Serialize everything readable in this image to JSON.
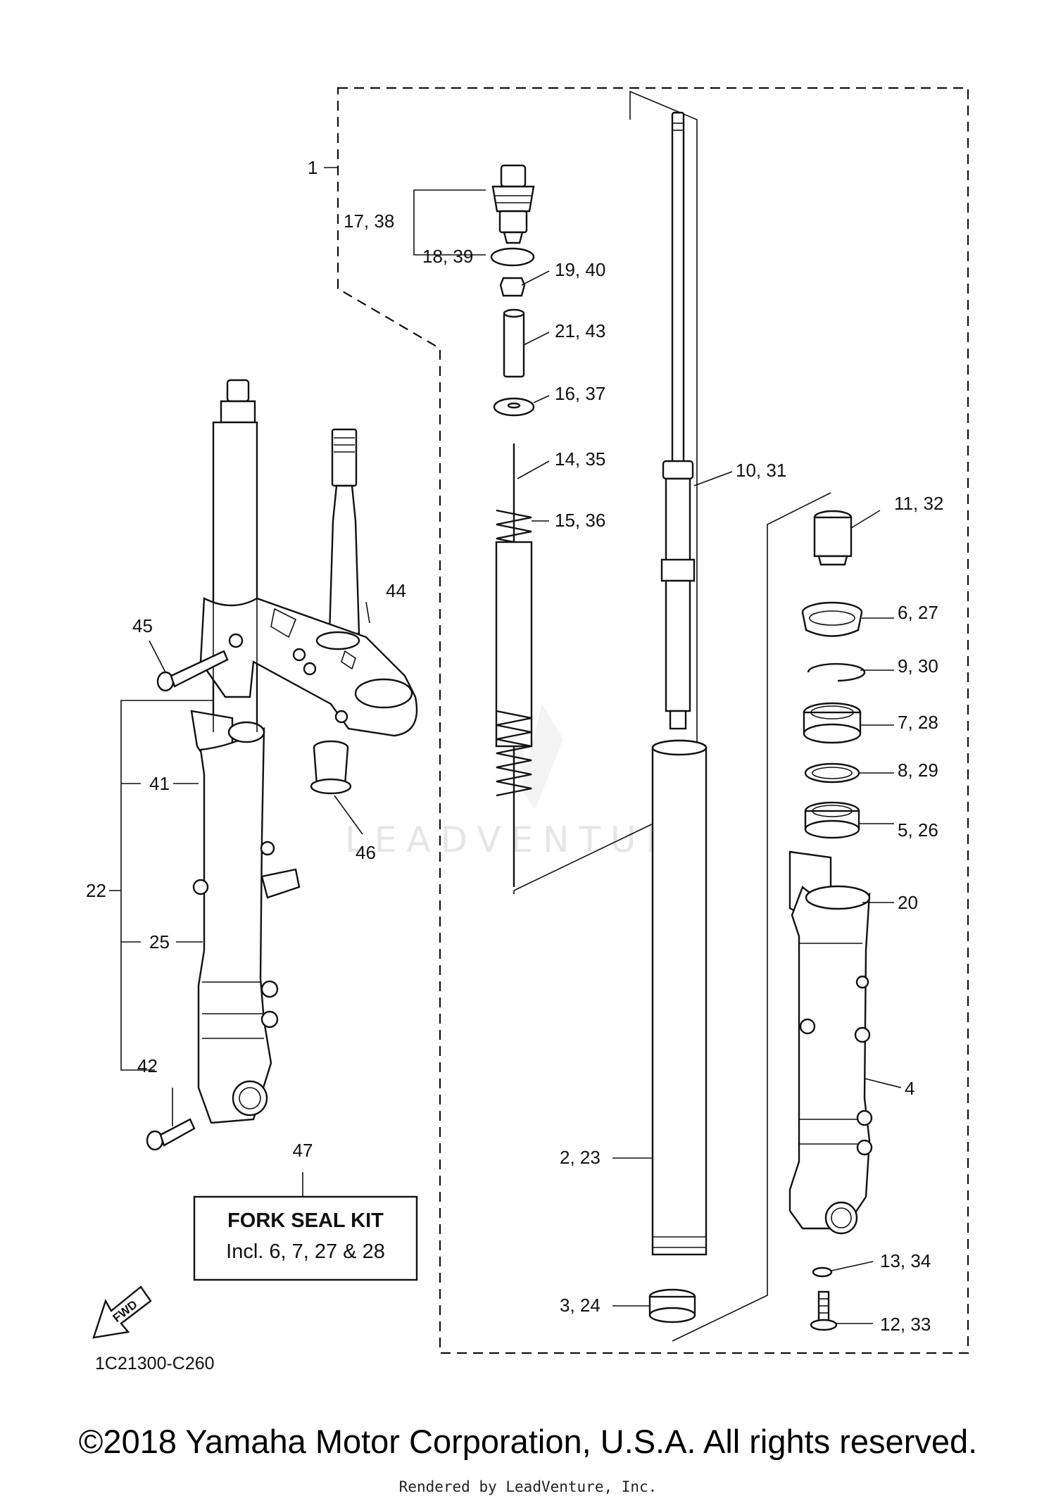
{
  "watermark": "LEADVENTURE",
  "diagram_code": "1C21300-C260",
  "fwd_label": "FWD",
  "kit": {
    "number": "47",
    "title": "FORK SEAL KIT",
    "text": "Incl. 6, 7, 27 & 28"
  },
  "labels": {
    "l1": "1",
    "l17_38": "17, 38",
    "l18_39": "18, 39",
    "l19_40": "19, 40",
    "l21_43": "21, 43",
    "l16_37": "16, 37",
    "l14_35": "14, 35",
    "l15_36": "15, 36",
    "l10_31": "10, 31",
    "l11_32": "11, 32",
    "l6_27": "6, 27",
    "l9_30": "9, 30",
    "l7_28": "7, 28",
    "l8_29": "8, 29",
    "l5_26": "5, 26",
    "l20": "20",
    "l4": "4",
    "l2_23": "2, 23",
    "l3_24": "3, 24",
    "l13_34": "13, 34",
    "l12_33": "12, 33",
    "l44": "44",
    "l45": "45",
    "l41": "41",
    "l22": "22",
    "l25": "25",
    "l42": "42",
    "l46": "46"
  },
  "copyright": "©2018 Yamaha Motor Corporation, U.S.A. All rights reserved.",
  "rendered_by": "Rendered by LeadVenture, Inc."
}
